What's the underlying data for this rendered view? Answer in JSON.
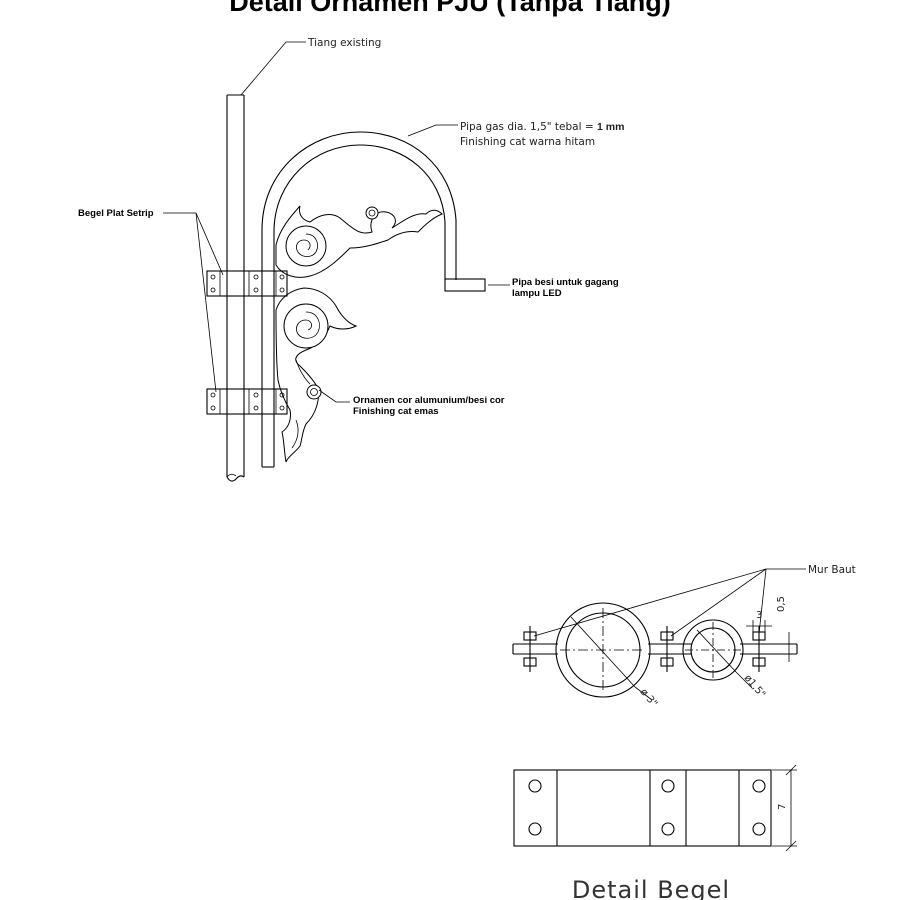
{
  "title": "Detail Ornamen PJU (Tanpa Tiang)",
  "labels": {
    "tiang": "Tiang existing",
    "pipa_line1_a": "Pipa gas dia. 1,5\" tebal = ",
    "pipa_line1_b": "1 mm",
    "pipa_line2": "Finishing cat warna hitam",
    "begel": "Begel Plat Setrip",
    "gagang_line1": "Pipa besi untuk gagang",
    "gagang_line2": "lampu LED",
    "ornamen_line1": "Ornamen cor alumunium/besi cor",
    "ornamen_line2": "Finishing cat emas",
    "mur_baut": "Mur Baut"
  },
  "dimensions": {
    "d_large": "ø 3\"",
    "d_small": "ø1,5\"",
    "gap": "3",
    "thickness": "0,5",
    "height": "7"
  },
  "detail_title": "Detail Begel"
}
